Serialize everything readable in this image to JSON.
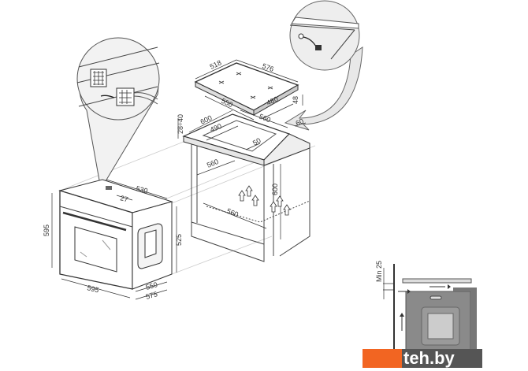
{
  "hob": {
    "width_top": "518",
    "depth_top": "576",
    "cutout_width": "550",
    "cutout_depth": "480",
    "height": "48"
  },
  "cabinet": {
    "width": "600",
    "cutout_width": "490",
    "depth": "560",
    "rear_gap": "60",
    "front_gap": "50",
    "inner_depth": "560",
    "bottom_depth": "560",
    "niche_height": "600",
    "worktop_thickness": "28÷40"
  },
  "oven": {
    "height": "595",
    "depth": "530",
    "front_offset": "27",
    "body_height": "525",
    "width": "595",
    "body_depth": "550",
    "total_depth": "575"
  },
  "inset": {
    "min_gap_label": "Min 25"
  },
  "watermark": {
    "text": "teh.by",
    "color": "#f26522"
  }
}
